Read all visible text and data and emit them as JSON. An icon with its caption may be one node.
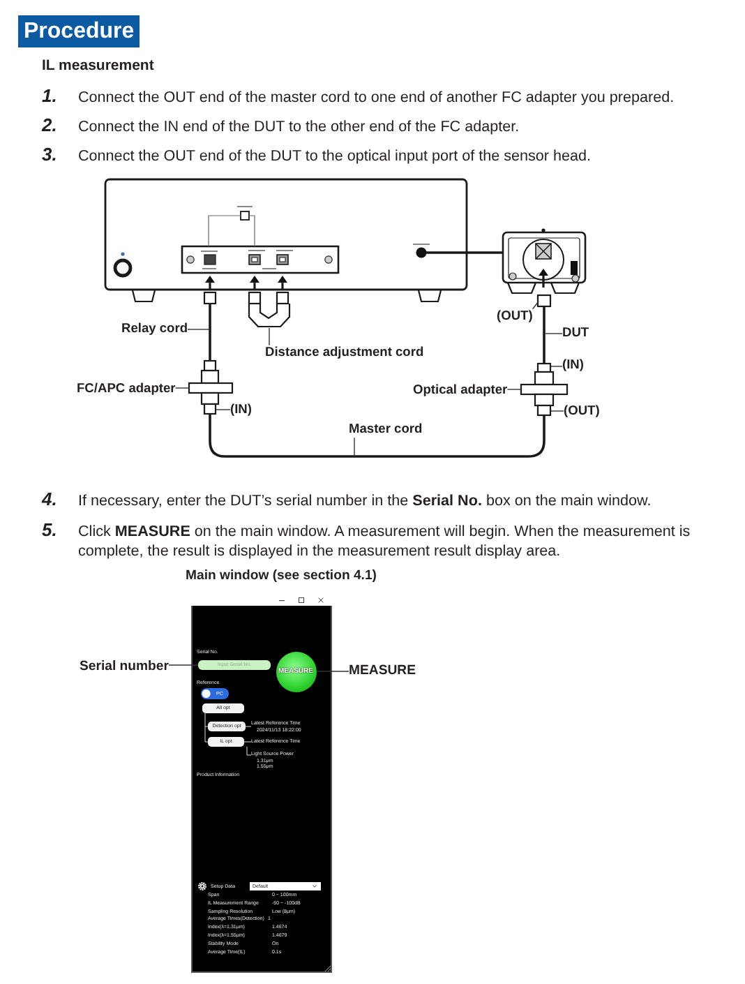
{
  "diagram": {
    "title": "Procedure",
    "nodes": [
      {
        "text": [
          "(OUT)"
        ]
      },
      {
        "text": [
          "Relay cord"
        ]
      },
      {
        "text": [
          "DUT"
        ]
      },
      {
        "text": [
          "Distance adjustment cord"
        ]
      },
      {
        "text": [
          "(IN)"
        ]
      },
      {
        "text": [
          "FC/APC adapter"
        ]
      },
      {
        "text": [
          "Optical adapter"
        ]
      },
      {
        "text": [
          "(IN)"
        ]
      },
      {
        "text": [
          "(OUT)"
        ]
      },
      {
        "text": [
          "Master cord"
        ]
      },
      {
        "text": [
          "Serial number"
        ]
      },
      {
        "text": [
          "Input Serial No."
        ]
      },
      {
        "text": [
          "MEASURE"
        ]
      },
      {
        "text": [
          "MEASURE"
        ]
      }
    ],
    "edges": [
      {
        "from": 0,
        "to": null,
        "arrow": "none"
      },
      {
        "from": 1,
        "to": null,
        "arrow": "none"
      },
      {
        "from": 2,
        "to": null,
        "arrow": "none"
      },
      {
        "from": 3,
        "to": null,
        "arrow": "none"
      },
      {
        "from": 4,
        "to": null,
        "arrow": "none"
      },
      {
        "from": 5,
        "to": null,
        "arrow": "none"
      },
      {
        "from": 6,
        "to": null,
        "arrow": "none"
      },
      {
        "from": 7,
        "to": null,
        "arrow": "none"
      },
      {
        "from": 8,
        "to": null,
        "arrow": "none"
      },
      {
        "from": 9,
        "to": null,
        "arrow": "none"
      },
      {
        "from": 10,
        "to": 11,
        "arrow": "none"
      },
      {
        "from": 13,
        "to": 12,
        "arrow": "none"
      }
    ],
    "labels": [
      "IL measurement",
      "1.",
      "Connect the OUT end of the master cord to one end of another FC adapter you prepared.",
      "2.",
      "Connect the IN end of the DUT to the other end of the FC adapter.",
      "3.",
      "Connect the OUT end of the DUT to the optical input port of the sensor head.",
      "4.",
      "If necessary, enter the DUT’s serial number in the **Serial No.** box on the main window.",
      "5.",
      "Click **MEASURE** on the main window. A measurement will begin. When the measurement is complete, the result is displayed in the measurement result display area.",
      "Main window (see section 4.1)",
      "Serial No.",
      "Reference",
      "PC",
      "All opt",
      "Detection opt",
      "Latest Reference Time",
      "2024/11/13 18:22:00",
      "IL opt",
      "Latest Reference Time",
      "Light Source Power",
      "1.31μm",
      "1.55μm",
      "Product Information",
      "Setup Data",
      "Default",
      "Span",
      "0 ~ 100mm",
      "IL Measurement Range",
      "-50 ~ -100dB",
      "Sampling Resolution",
      "Low (8μm)",
      "Average Times(Detection)",
      "1",
      "Index(λ=1.31μm)",
      "1.4674",
      "Index(λ=1.55μm)",
      "1.4679",
      "Stability Mode",
      "On",
      "Average Time(IL)",
      "0.1s"
    ]
  }
}
